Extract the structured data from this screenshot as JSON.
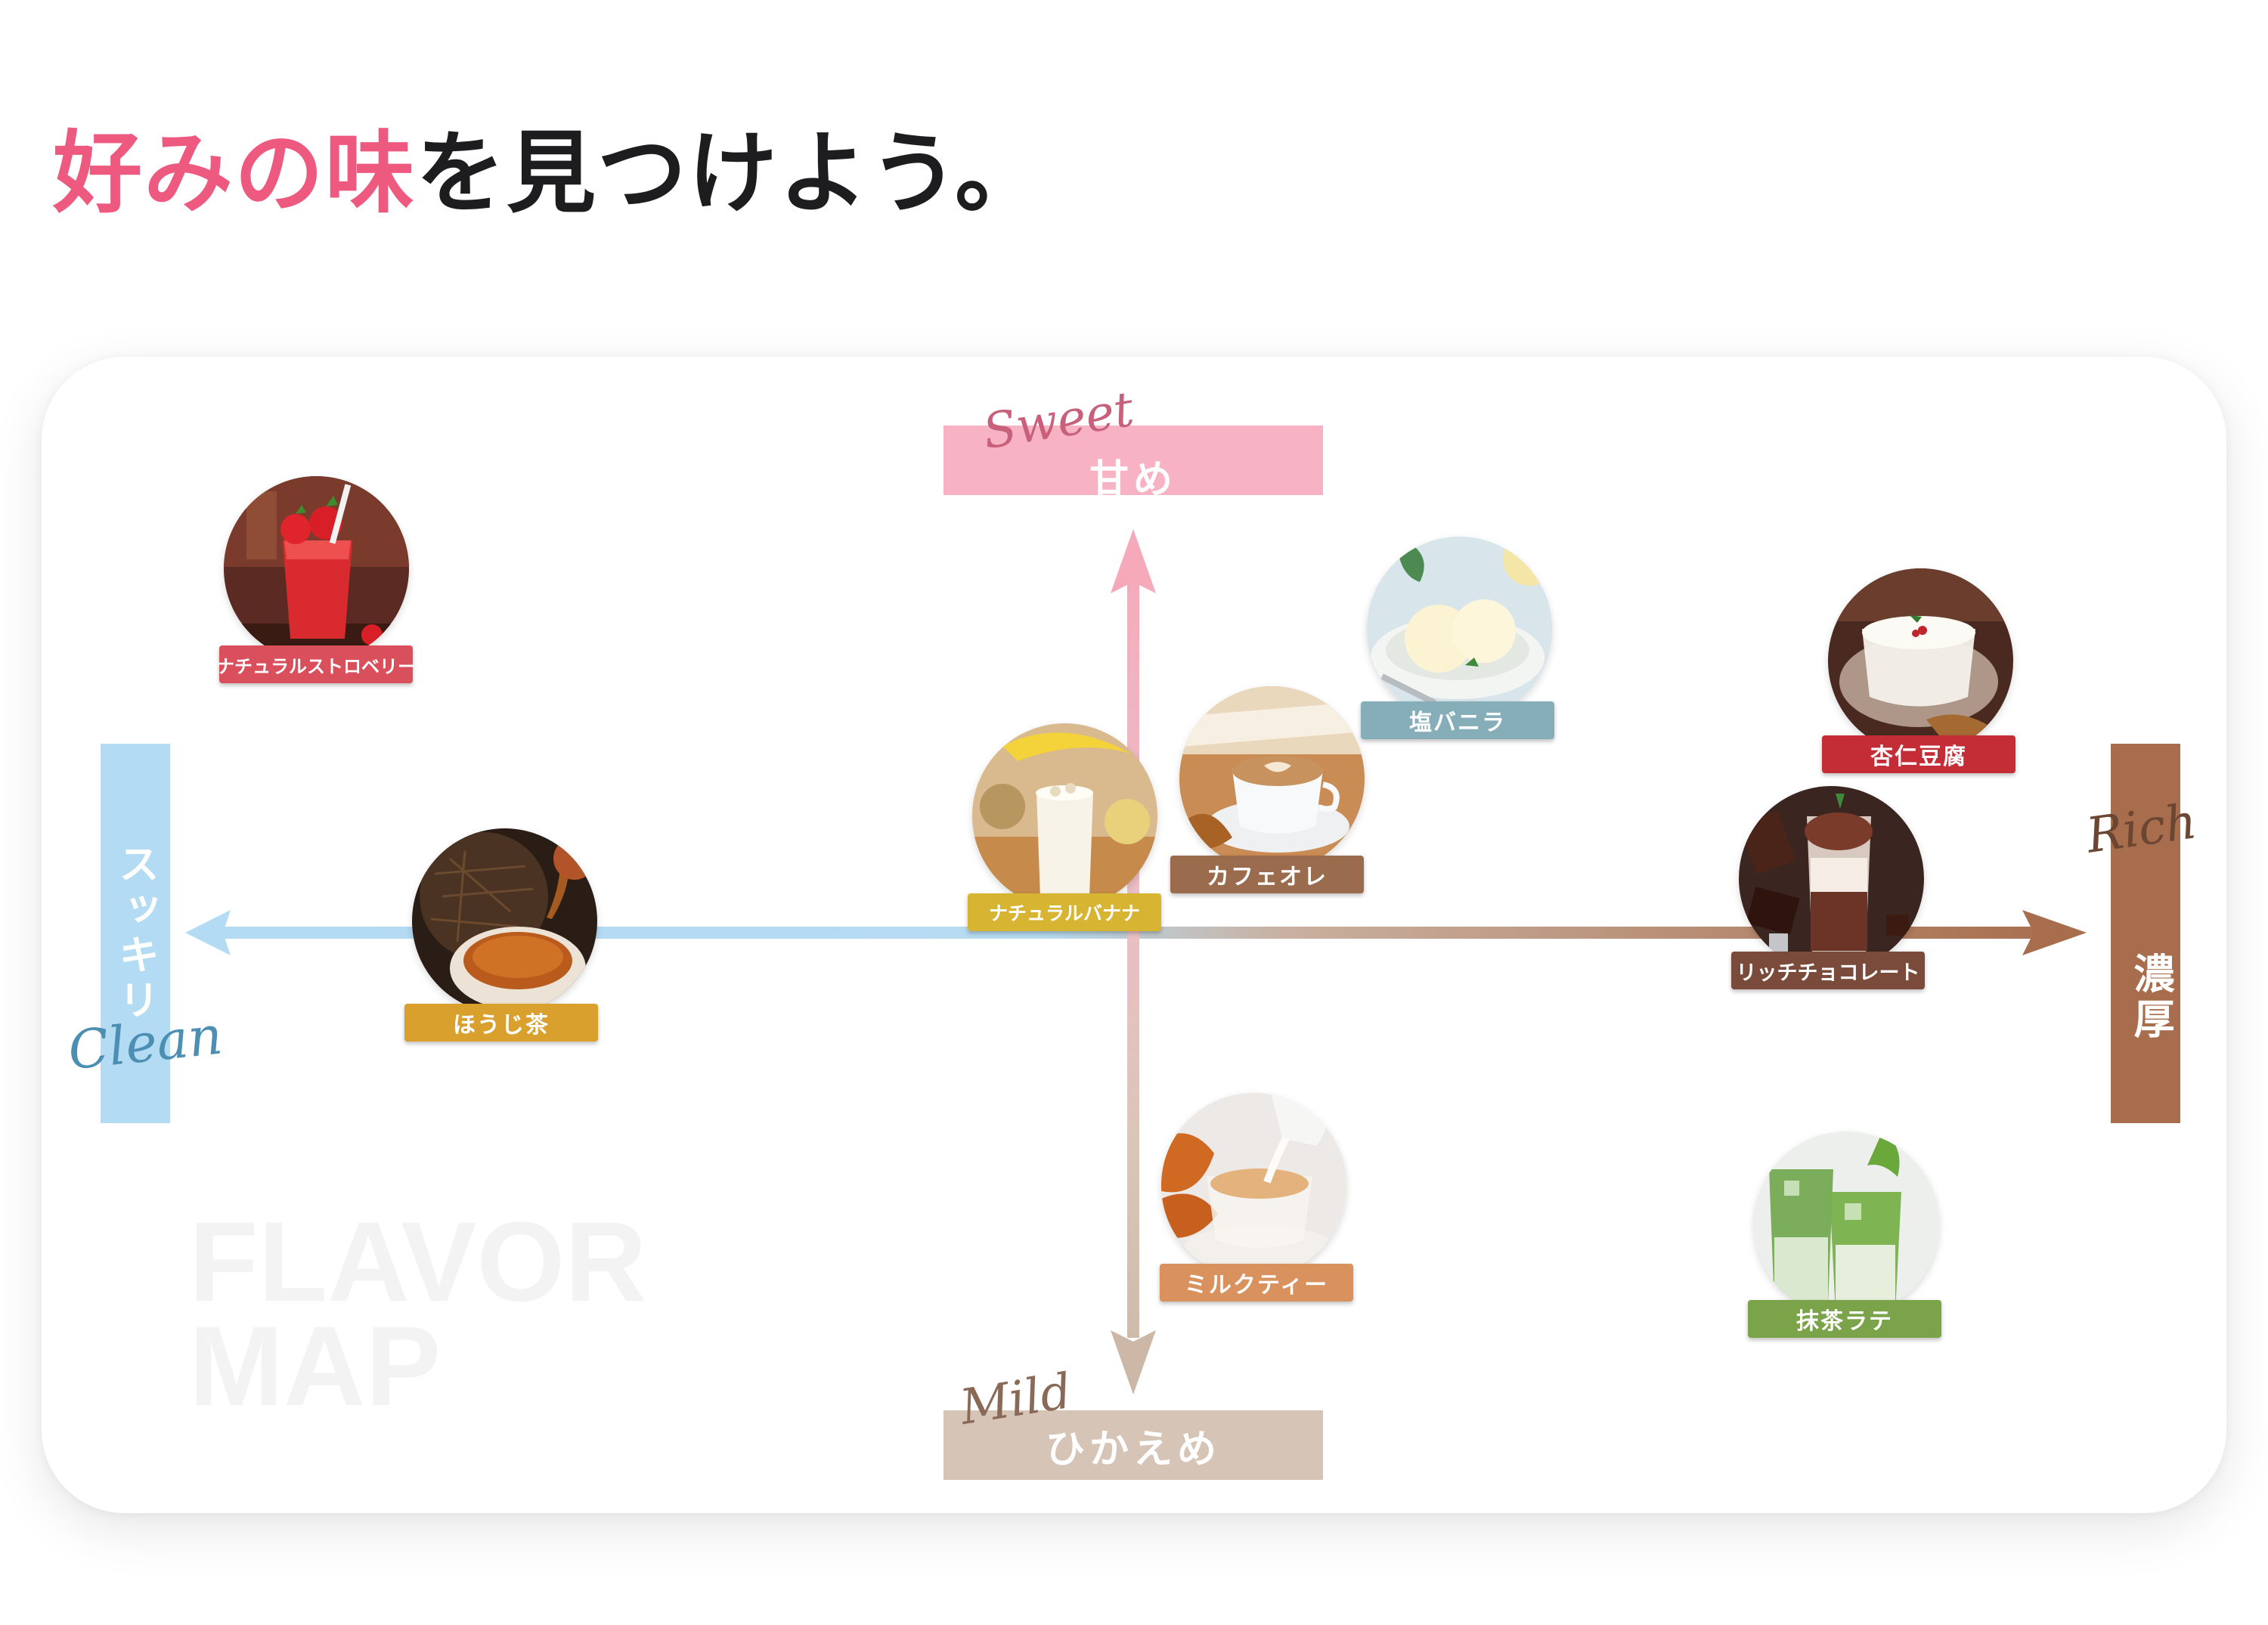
{
  "title": {
    "highlight": "好みの味",
    "rest": "を見つけよう。"
  },
  "watermark": {
    "line1": "FLAVOR",
    "line2": "MAP"
  },
  "axes": {
    "top": {
      "label": "甘め",
      "script": "Sweet",
      "color": "#f7b3c3"
    },
    "bottom": {
      "label": "ひかえめ",
      "script": "Mild",
      "color": "#d6c5b7"
    },
    "left": {
      "label": "スッキリ",
      "script": "Clean",
      "color": "#b3dbf4"
    },
    "right": {
      "label": "濃厚",
      "script": "Rich",
      "color": "#a76d4c"
    }
  },
  "items": [
    {
      "id": "strawberry",
      "name": "ナチュラルストロベリー",
      "tag_color": "#d94f5c",
      "icon": "strawberry-smoothie-icon"
    },
    {
      "id": "hojicha",
      "name": "ほうじ茶",
      "tag_color": "#d9a02e",
      "icon": "hojicha-tea-icon"
    },
    {
      "id": "banana",
      "name": "ナチュラルバナナ",
      "tag_color": "#d7b532",
      "icon": "banana-smoothie-icon"
    },
    {
      "id": "cafeaulait",
      "name": "カフェオレ",
      "tag_color": "#9b6b4e",
      "icon": "cafe-au-lait-icon"
    },
    {
      "id": "vanilla",
      "name": "塩バニラ",
      "tag_color": "#86aeb9",
      "icon": "vanilla-ice-cream-icon"
    },
    {
      "id": "annin",
      "name": "杏仁豆腐",
      "tag_color": "#c42c36",
      "icon": "almond-tofu-icon"
    },
    {
      "id": "chocolate",
      "name": "リッチチョコレート",
      "tag_color": "#7a4a3a",
      "icon": "rich-chocolate-icon"
    },
    {
      "id": "milktea",
      "name": "ミルクティー",
      "tag_color": "#d9915e",
      "icon": "milk-tea-icon"
    },
    {
      "id": "matcha",
      "name": "抹茶ラテ",
      "tag_color": "#7aa34a",
      "icon": "matcha-latte-icon"
    }
  ]
}
